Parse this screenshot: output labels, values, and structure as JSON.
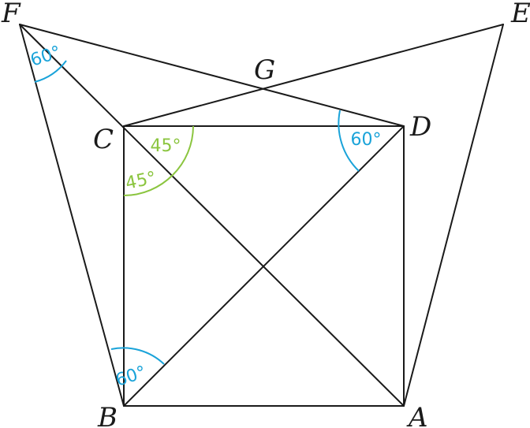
{
  "diagram": {
    "points": {
      "A": "A",
      "B": "B",
      "C": "C",
      "D": "D",
      "E": "E",
      "F": "F",
      "G": "G"
    },
    "angles": {
      "F": "60°",
      "D": "60°",
      "B": "60°",
      "C_upper": "45°",
      "C_lower": "45°"
    },
    "colors": {
      "lines": "#1a1a1a",
      "sixty_degree_marks": "#1aa3d9",
      "forty_five_degree_marks": "#8bc53f"
    }
  }
}
